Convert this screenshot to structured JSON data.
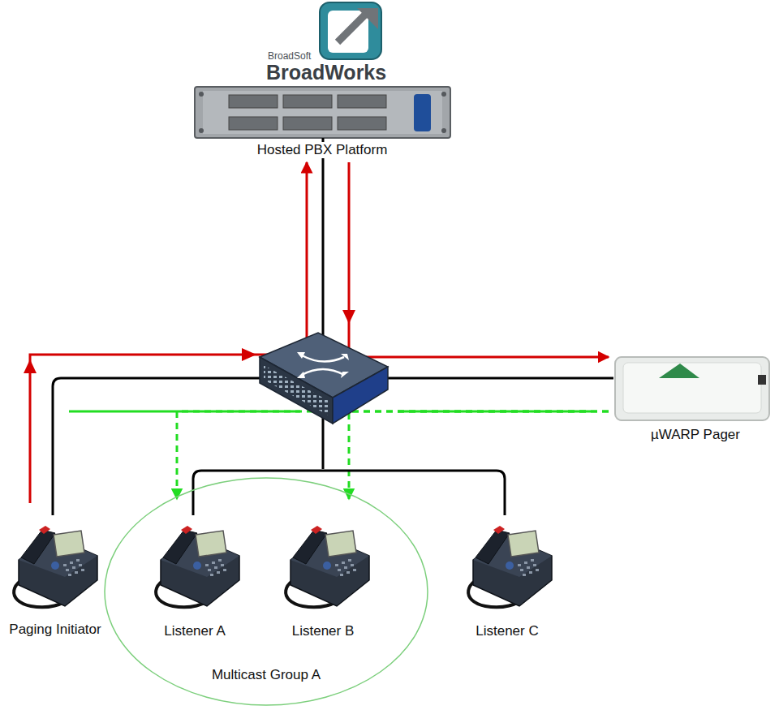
{
  "diagram": {
    "nodes": [
      {
        "text": [
          "BroadSoft",
          "BroadWorks",
          "Hosted PBX Platform"
        ]
      },
      {
        "text": [
          "Paging Initiator"
        ]
      },
      {
        "text": [
          "Multicast Group A"
        ]
      },
      {
        "text": [
          "Listener A"
        ],
        "in": 2
      },
      {
        "text": [
          "Listener B"
        ],
        "in": 2
      },
      {
        "text": [
          "Listener C"
        ]
      },
      {
        "text": [
          "µWARP Pager"
        ]
      }
    ],
    "edges": [
      {
        "from": 1,
        "to": 0,
        "arrow": "to"
      },
      {
        "from": 0,
        "to": 6,
        "arrow": "to"
      },
      {
        "from": 6,
        "to": 3,
        "arrow": "to"
      },
      {
        "from": 6,
        "to": 4,
        "arrow": "to"
      }
    ]
  }
}
